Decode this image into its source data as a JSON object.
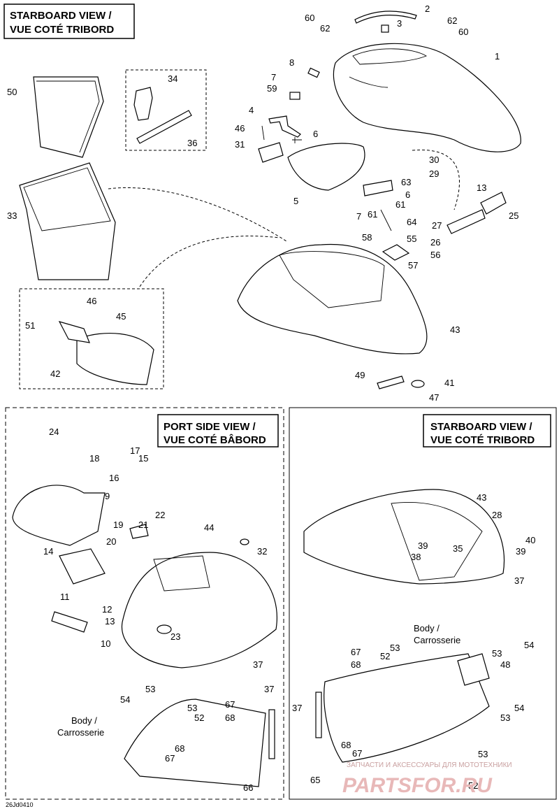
{
  "views": {
    "top_left_title": [
      "STARBOARD VIEW /",
      "VUE COTÉ TRIBORD"
    ],
    "bottom_left_title": [
      "PORT SIDE VIEW /",
      "VUE COTÉ BÂBORD"
    ],
    "bottom_right_title": [
      "STARBOARD VIEW /",
      "VUE COTÉ TRIBORD"
    ]
  },
  "body_labels": {
    "left": [
      "Body /",
      "Carrosserie"
    ],
    "right": [
      "Body /",
      "Carrosserie"
    ]
  },
  "diagram_code": "26Jd0410",
  "watermark": {
    "text": "ЗАПЧАСТИ И АКСЕССУАРЫ ДЛЯ МОТОТЕХНИКИ",
    "logo": "PARTSFOR.RU"
  },
  "callouts": {
    "top": [
      "1",
      "2",
      "3",
      "60",
      "62",
      "62",
      "60",
      "8",
      "7",
      "59",
      "4",
      "46",
      "31",
      "6",
      "5",
      "63",
      "6",
      "61",
      "7",
      "61",
      "64",
      "58",
      "55",
      "57",
      "30",
      "29",
      "13",
      "25",
      "27",
      "26",
      "56",
      "50",
      "34",
      "36",
      "33",
      "46",
      "45",
      "51",
      "42",
      "43",
      "49",
      "41",
      "47"
    ],
    "bottom_left": [
      "24",
      "17",
      "18",
      "15",
      "16",
      "9",
      "19",
      "21",
      "22",
      "20",
      "44",
      "32",
      "14",
      "11",
      "12",
      "13",
      "10",
      "23",
      "37",
      "53",
      "54",
      "53",
      "52",
      "67",
      "68",
      "37",
      "67",
      "68",
      "66"
    ],
    "bottom_right": [
      "43",
      "28",
      "40",
      "39",
      "35",
      "39",
      "38",
      "37",
      "54",
      "53",
      "67",
      "53",
      "52",
      "68",
      "48",
      "37",
      "54",
      "53",
      "68",
      "67",
      "53",
      "52",
      "65"
    ]
  }
}
